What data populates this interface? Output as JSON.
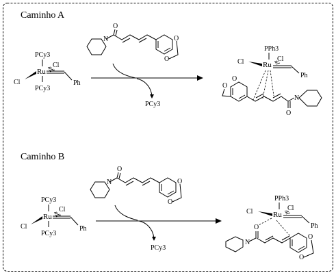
{
  "routes": [
    {
      "title": "Caminho A",
      "reactant": {
        "ligand_top": "PCy3",
        "metal": "Ru",
        "chloride_right": "Cl",
        "chloride_left": "Cl",
        "ligand_bottom": "PCy3",
        "phenyl": "Ph"
      },
      "substrate": {
        "carbonyl_oxygen": "O",
        "amide_nitrogen": "N",
        "ring_oxygens": [
          "O",
          "O"
        ]
      },
      "byproduct": "PCy3",
      "product": {
        "ligand_top": "PPh3",
        "chloride_right": "Cl",
        "chloride_left": "Cl",
        "metal": "Ru",
        "phenyl": "Ph",
        "carbonyl_oxygen": "O",
        "amide_nitrogen": "N",
        "ring_oxygens": [
          "O",
          "O"
        ]
      }
    },
    {
      "title": "Caminho B",
      "reactant": {
        "ligand_top": "PCy3",
        "metal": "Ru",
        "chloride_right": "Cl",
        "chloride_left": "Cl",
        "ligand_bottom": "PCy3",
        "phenyl": "Ph"
      },
      "substrate": {
        "carbonyl_oxygen": "O",
        "amide_nitrogen": "N",
        "ring_oxygens": [
          "O",
          "O"
        ]
      },
      "byproduct": "PCy3",
      "product": {
        "ligand_top": "PPh3",
        "chloride_right": "Cl",
        "chloride_left": "Cl",
        "metal": "Ru",
        "phenyl": "Ph",
        "carbonyl_oxygen": "O",
        "amide_nitrogen": "N",
        "ring_oxygens": [
          "O",
          "O"
        ]
      }
    }
  ]
}
